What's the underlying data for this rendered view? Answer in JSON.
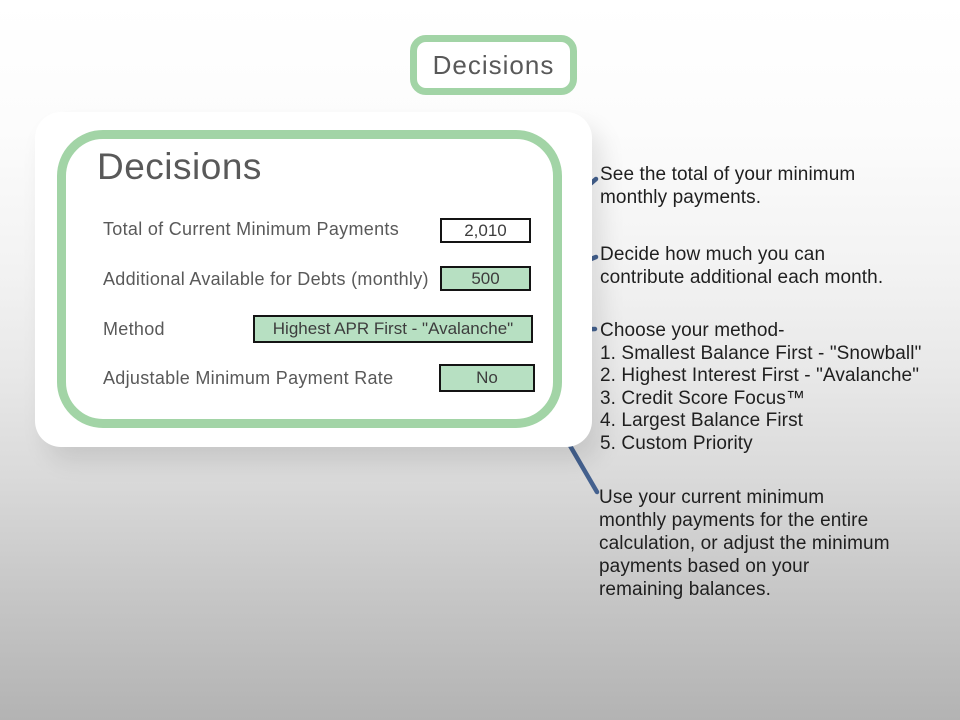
{
  "title_banner": "Decisions",
  "panel": {
    "heading": "Decisions",
    "fields": [
      {
        "label": "Total of Current Minimum Payments",
        "value": "2,010",
        "variant": "white"
      },
      {
        "label": "Additional Available for Debts (monthly)",
        "value": "500",
        "variant": "green"
      },
      {
        "label": "Method",
        "value": "Highest APR First - \"Avalanche\"",
        "variant": "green"
      },
      {
        "label": "Adjustable Minimum Payment Rate",
        "value": "No",
        "variant": "green"
      }
    ]
  },
  "annotations": [
    {
      "text": "See the total of your minimum\nmonthly payments."
    },
    {
      "text": "Decide how much you can\ncontribute additional each month."
    },
    {
      "text": "Choose your method-\n1. Smallest Balance First - \"Snowball\"\n2. Highest Interest First - \"Avalanche\"\n3. Credit Score Focus™\n4. Largest Balance First\n5. Custom Priority"
    },
    {
      "text": "Use your current minimum\nmonthly payments for the entire\ncalculation, or adjust the minimum\npayments based on your\nremaining balances."
    }
  ],
  "colors": {
    "frame_green": "#a2d4a6",
    "field_green": "#b7e0c2",
    "connector_blue": "#44618f",
    "heading_gray": "#595959",
    "background_bottom_gray": "#b3b3b3"
  }
}
